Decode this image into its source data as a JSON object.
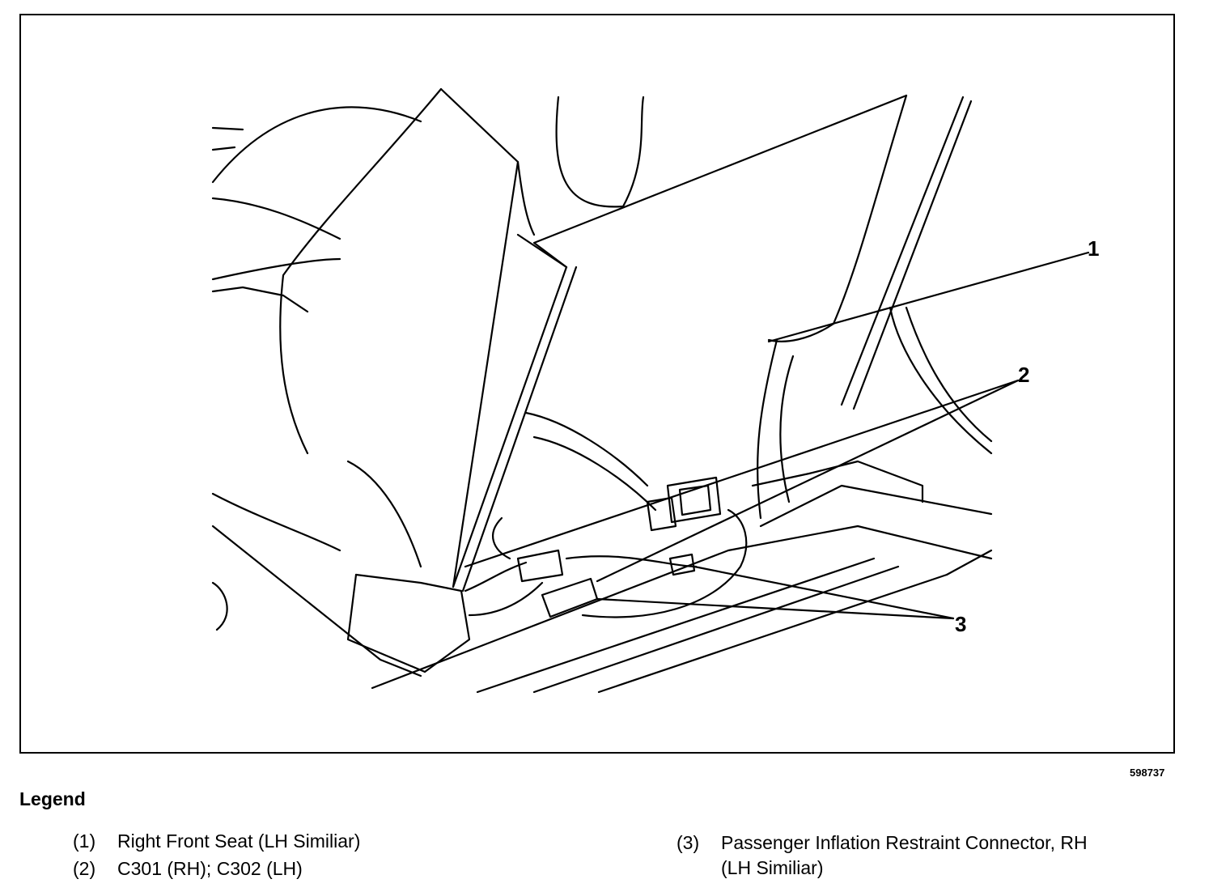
{
  "figure": {
    "id": "598737",
    "callouts": [
      "1",
      "2",
      "3"
    ]
  },
  "legend": {
    "title": "Legend",
    "items": [
      {
        "number": "(1)",
        "lines": [
          "Right Front Seat (LH Similiar)"
        ]
      },
      {
        "number": "(2)",
        "lines": [
          "C301 (RH); C302 (LH)"
        ]
      },
      {
        "number": "(3)",
        "lines": [
          "Passenger Inflation Restraint Connector, RH",
          "(LH Similiar)"
        ]
      }
    ]
  }
}
